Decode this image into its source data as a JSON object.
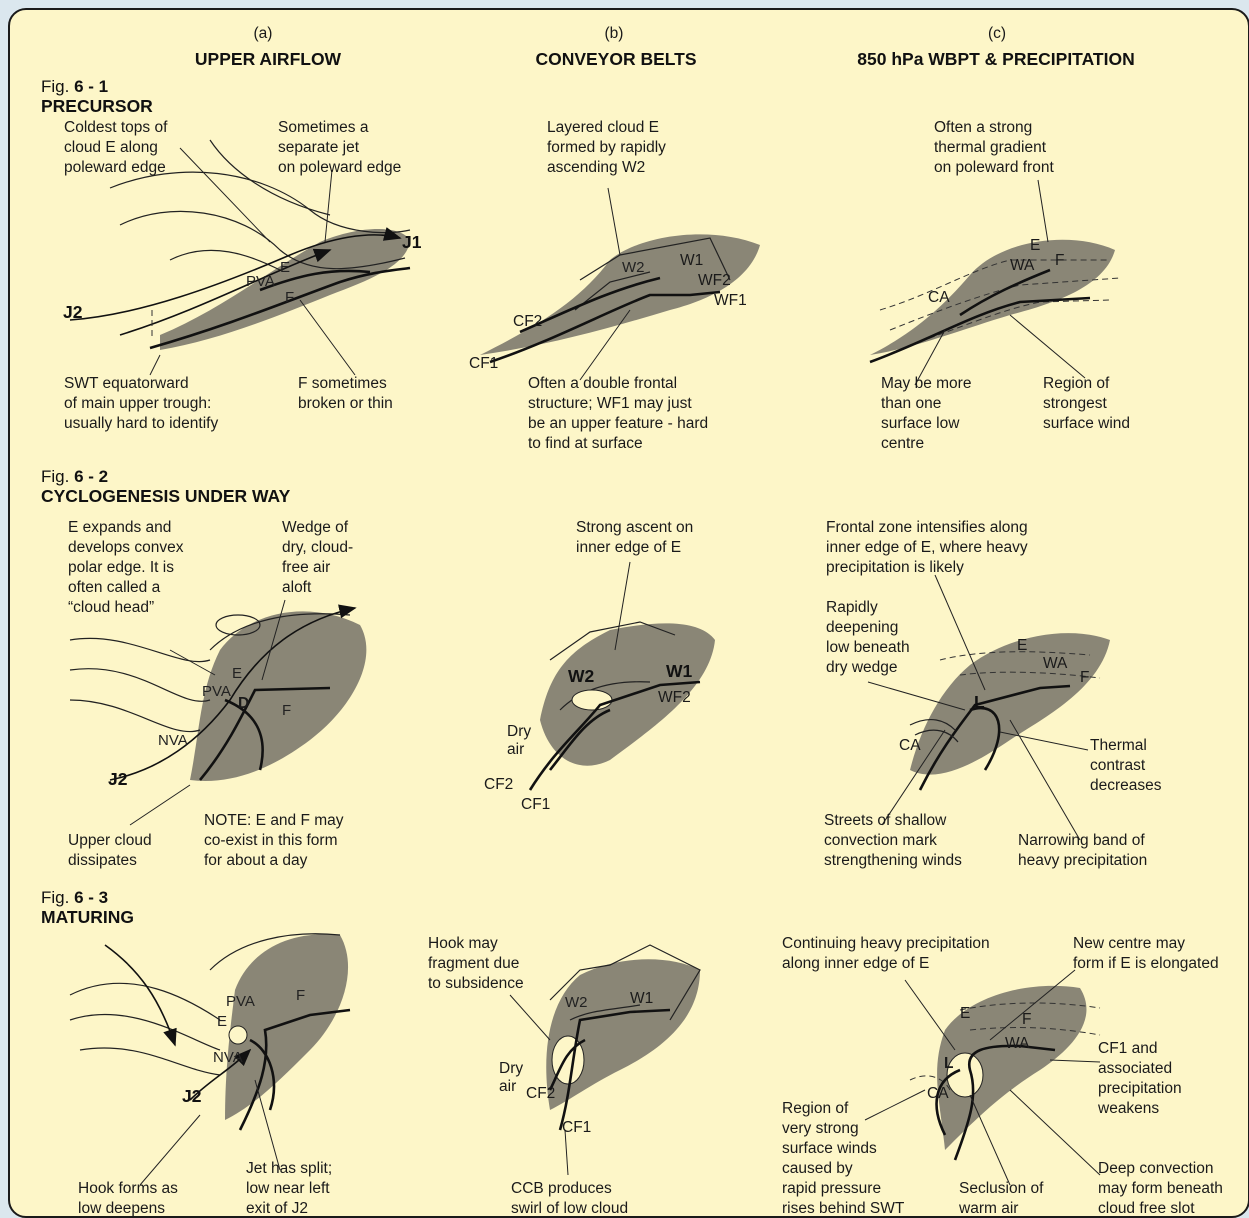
{
  "columns": [
    {
      "letter": "(a)",
      "title": "UPPER AIRFLOW"
    },
    {
      "letter": "(b)",
      "title": "CONVEYOR BELTS"
    },
    {
      "letter": "(c)",
      "title": "850 hPa WBPT & PRECIPITATION"
    }
  ],
  "rows": [
    {
      "fig_prefix": "Fig.",
      "fig_num": "6 - 1",
      "stage": "PRECURSOR",
      "a": {
        "note1": [
          "Coldest tops of",
          "cloud E along",
          "poleward edge"
        ],
        "note2": [
          "Sometimes a",
          "separate jet",
          "on poleward edge"
        ],
        "note3": [
          "SWT equatorward",
          "of main upper trough:",
          "usually hard to identify"
        ],
        "note4": [
          "F sometimes",
          "broken or thin"
        ],
        "labels": {
          "J1": "J1",
          "J2": "J2",
          "PVA": "PVA",
          "E": "E",
          "F": "F"
        }
      },
      "b": {
        "note1": [
          "Layered cloud E",
          "formed by rapidly",
          "ascending W2"
        ],
        "note2": [
          "Often a double frontal",
          "structure; WF1 may just",
          "be an upper feature - hard",
          "to find at surface"
        ],
        "labels": {
          "W2": "W2",
          "W1": "W1",
          "WF2": "WF2",
          "WF1": "WF1",
          "CF2": "CF2",
          "CF1": "CF1"
        }
      },
      "c": {
        "note1": [
          "Often a strong",
          "thermal gradient",
          "on poleward front"
        ],
        "note2": [
          "May be more",
          "than one",
          "surface low",
          "centre"
        ],
        "note3": [
          "Region of",
          "strongest",
          "surface wind"
        ],
        "labels": {
          "E": "E",
          "WA": "WA",
          "F": "F",
          "CA": "CA"
        }
      }
    },
    {
      "fig_prefix": "Fig.",
      "fig_num": "6 - 2",
      "stage": "CYCLOGENESIS UNDER WAY",
      "a": {
        "note1": [
          "E expands and",
          "develops convex",
          "polar edge. It is",
          "often called a",
          "“cloud head”"
        ],
        "note2": [
          "Wedge of",
          "dry, cloud-",
          "free air",
          "aloft"
        ],
        "note3": [
          "Upper cloud",
          "dissipates"
        ],
        "note4": [
          "NOTE: E and F may",
          "co-exist in this form",
          "for about a day"
        ],
        "labels": {
          "PVA": "PVA",
          "E": "E",
          "D": "D",
          "F": "F",
          "NVA": "NVA",
          "J2": "J2"
        }
      },
      "b": {
        "note1": [
          "Strong ascent on",
          "inner edge of E"
        ],
        "labels": {
          "W2": "W2",
          "W1": "W1",
          "WF2": "WF2",
          "Dry": "Dry",
          "air": "air",
          "CF2": "CF2",
          "CF1": "CF1"
        }
      },
      "c": {
        "note1": [
          "Frontal zone intensifies along",
          "inner edge of E, where heavy",
          "precipitation is likely"
        ],
        "note2": [
          "Rapidly",
          "deepening",
          "low beneath",
          "dry wedge"
        ],
        "note3": [
          "Thermal",
          "contrast",
          "decreases"
        ],
        "note4": [
          "Streets of shallow",
          "convection mark",
          "strengthening winds"
        ],
        "note5": [
          "Narrowing band of",
          "heavy precipitation"
        ],
        "labels": {
          "E": "E",
          "WA": "WA",
          "F": "F",
          "L": "L",
          "CA": "CA"
        }
      }
    },
    {
      "fig_prefix": "Fig.",
      "fig_num": "6 - 3",
      "stage": "MATURING",
      "a": {
        "note1": [
          "Hook forms as",
          "low deepens"
        ],
        "note2": [
          "Jet has split;",
          "low near left",
          "exit of J2"
        ],
        "labels": {
          "PVA": "PVA",
          "F": "F",
          "E": "E",
          "NVA": "NVA",
          "J2": "J2"
        }
      },
      "b": {
        "note1": [
          "Hook may",
          "fragment due",
          "to subsidence"
        ],
        "note2": [
          "CCB produces",
          "swirl of low cloud"
        ],
        "labels": {
          "W2": "W2",
          "W1": "W1",
          "Dry": "Dry",
          "air": "air",
          "CF2": "CF2",
          "CF1": "CF1"
        }
      },
      "c": {
        "note1": [
          "Continuing heavy precipitation",
          "along inner edge of E"
        ],
        "note2": [
          "New centre may",
          "form if E is elongated"
        ],
        "note3": [
          "CF1 and",
          "associated",
          "precipitation",
          "weakens"
        ],
        "note4": [
          "Region of",
          "very strong",
          "surface winds",
          "caused by",
          "rapid pressure",
          "rises behind SWT"
        ],
        "note5": [
          "Seclusion of",
          "warm air"
        ],
        "note6": [
          "Deep convection",
          "may form beneath",
          "cloud free slot"
        ],
        "labels": {
          "E": "E",
          "F": "F",
          "WA": "WA",
          "L": "L",
          "CA": "CA"
        }
      }
    }
  ]
}
